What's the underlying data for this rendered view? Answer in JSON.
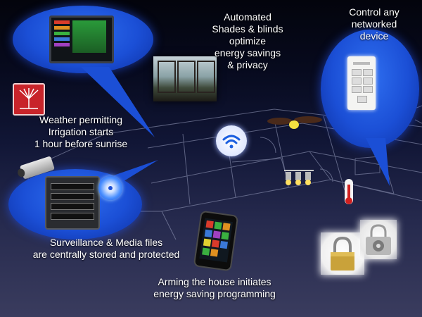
{
  "captions": {
    "shades": [
      "Automated",
      "Shades & blinds",
      "optimize",
      "energy savings",
      "& privacy"
    ],
    "control": [
      "Control any",
      "networked",
      "device"
    ],
    "weather": [
      "Weather permitting",
      "Irrigation starts",
      "1 hour before sunrise"
    ],
    "surveillance": [
      "Surveillance & Media files",
      "are centrally stored and protected"
    ],
    "arming": [
      "Arming the house initiates",
      "energy saving programming"
    ]
  },
  "icons": {
    "touch_panel": "touch-panel-icon",
    "living_room_photo": "living-room-photo",
    "keypad": "keypad-remote-icon",
    "sprinkler": "sprinkler-icon",
    "camera": "security-camera-icon",
    "server": "media-server-icon",
    "itunes": "itunes-icon",
    "wifi": "wifi-icon",
    "fan": "ceiling-fan-icon",
    "track_lights": "track-lights-icon",
    "thermometer": "thermometer-icon",
    "phone": "smartphone-icon",
    "padlock": "padlock-icon",
    "safe": "safe-lock-icon"
  },
  "colors": {
    "bubble": "#1b4fd6",
    "background_top": "#03040c",
    "background_bottom": "#3a3c5e",
    "caption_text": "#ffffff"
  }
}
